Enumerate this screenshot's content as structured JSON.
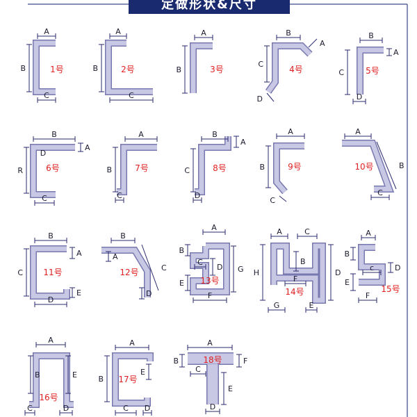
{
  "header": {
    "title": "定做形状&尺寸"
  },
  "colors": {
    "shape_fill": "#c8c8e4",
    "shape_stroke": "#7878b0",
    "dim_line": "#2a2a6e",
    "number_text": "#e02020",
    "banner_bg": "#1a2a6e",
    "frame_line": "#3a4a8a"
  },
  "shapes": [
    {
      "number": "1号",
      "dims": [
        "A",
        "B",
        "C"
      ]
    },
    {
      "number": "2号",
      "dims": [
        "A",
        "B",
        "C"
      ]
    },
    {
      "number": "3号",
      "dims": [
        "A",
        "B"
      ]
    },
    {
      "number": "4号",
      "dims": [
        "B",
        "A",
        "C",
        "D"
      ]
    },
    {
      "number": "5号",
      "dims": [
        "B",
        "A",
        "C",
        "D"
      ]
    },
    {
      "number": "6号",
      "dims": [
        "B",
        "A",
        "R",
        "C",
        "D"
      ]
    },
    {
      "number": "7号",
      "dims": [
        "A",
        "B",
        "C"
      ]
    },
    {
      "number": "8号",
      "dims": [
        "B",
        "A",
        "C",
        "D"
      ]
    },
    {
      "number": "9号",
      "dims": [
        "A",
        "B",
        "C"
      ]
    },
    {
      "number": "10号",
      "dims": [
        "A",
        "B",
        "C"
      ]
    },
    {
      "number": "11号",
      "dims": [
        "B",
        "A",
        "C",
        "E",
        "D"
      ]
    },
    {
      "number": "12号",
      "dims": [
        "B",
        "A",
        "C",
        "D"
      ]
    },
    {
      "number": "13号",
      "dims": [
        "A",
        "B",
        "C",
        "D",
        "G",
        "E",
        "F"
      ]
    },
    {
      "number": "14号",
      "dims": [
        "A",
        "C",
        "H",
        "B",
        "D",
        "F",
        "G",
        "E"
      ]
    },
    {
      "number": "15号",
      "dims": [
        "A",
        "B",
        "c",
        "D",
        "E",
        "F"
      ]
    },
    {
      "number": "16号",
      "dims": [
        "A",
        "B",
        "E",
        "C",
        "D"
      ]
    },
    {
      "number": "17号",
      "dims": [
        "A",
        "B",
        "E",
        "C",
        "D"
      ]
    },
    {
      "number": "18号",
      "dims": [
        "A",
        "B",
        "F",
        "C",
        "E",
        "D"
      ]
    }
  ]
}
